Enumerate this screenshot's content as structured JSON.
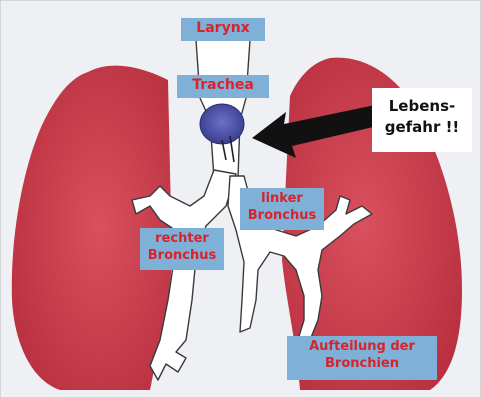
{
  "colors": {
    "lung": "#cc3a4a",
    "label_bg": "#7fb0d8",
    "label_text": "#d8232c",
    "blockage": "#4a4fa8",
    "arrow": "#111111"
  },
  "labels": {
    "larynx": "Larynx",
    "trachea": "Trachea",
    "linker_bronchus": [
      "linker",
      "Bronchus"
    ],
    "rechter_bronchus": [
      "rechter",
      "Bronchus"
    ],
    "aufteilung": [
      "Aufteilung der",
      "Bronchien"
    ]
  },
  "warning": [
    "Lebens-",
    "gefahr !!"
  ]
}
